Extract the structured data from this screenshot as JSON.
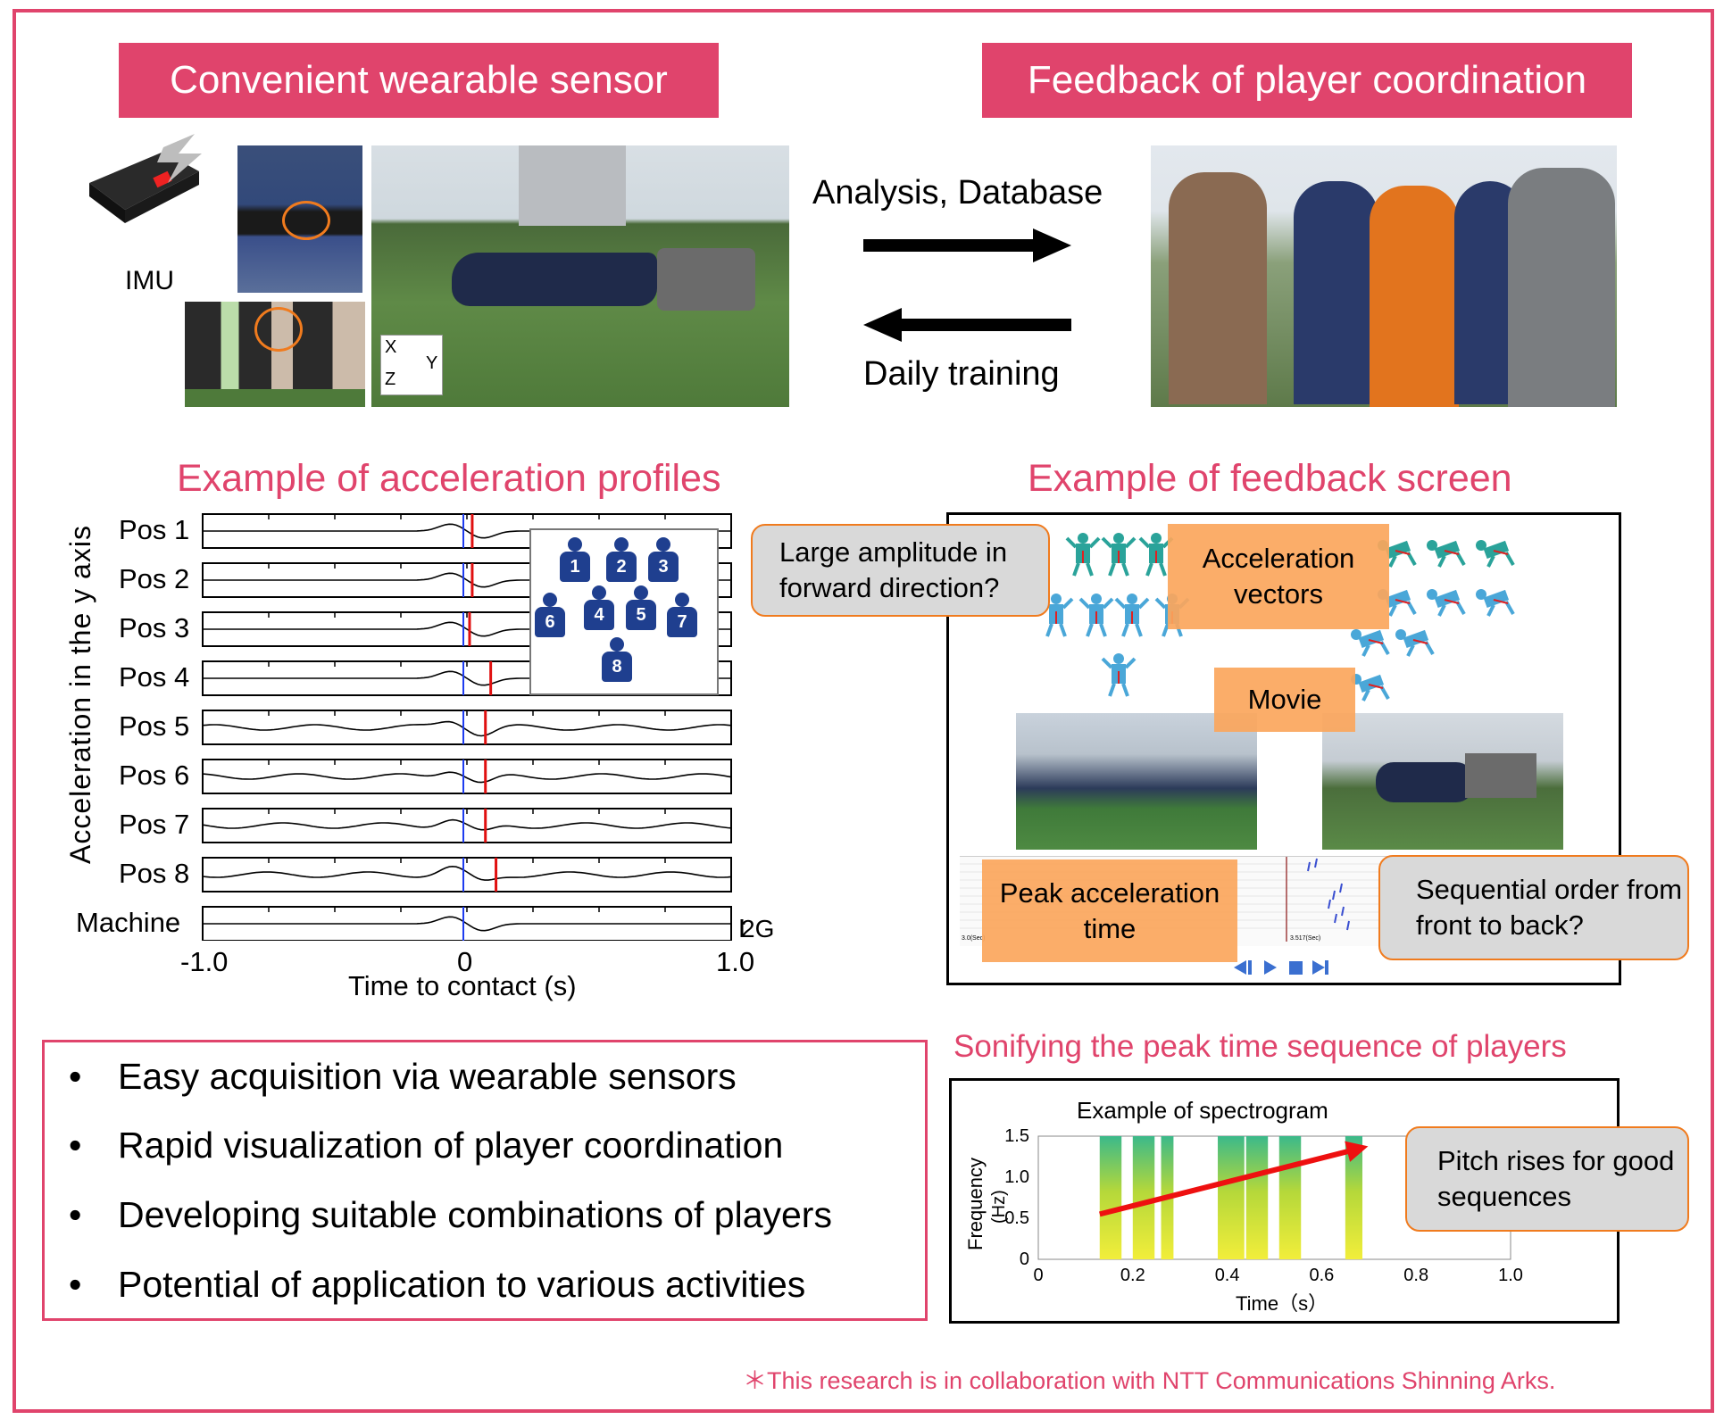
{
  "banners": {
    "left": "Convenient wearable sensor",
    "right": "Feedback of player coordination"
  },
  "sensor": {
    "imu_label": "IMU",
    "axis_labels": [
      "X",
      "Y",
      "Z"
    ]
  },
  "flow": {
    "forward_label": "Analysis, Database",
    "backward_label": "Daily training"
  },
  "profiles": {
    "heading": "Example of acceleration profiles",
    "ylabel": "Acceleration in the y axis",
    "xlabel": "Time to contact (s)",
    "scale_label": "2G",
    "rows": [
      "Pos 1",
      "Pos 2",
      "Pos 3",
      "Pos 4",
      "Pos 5",
      "Pos 6",
      "Pos 7",
      "Pos 8",
      "Machine"
    ],
    "x_ticks": [
      "-1.0",
      "0",
      "1.0"
    ],
    "formation_numbers": [
      "1",
      "2",
      "3",
      "6",
      "4",
      "5",
      "7",
      "8"
    ]
  },
  "feedback": {
    "heading": "Example of feedback screen",
    "callout_amplitude": "Large amplitude in forward direction?",
    "label_vectors": "Acceleration vectors",
    "label_movie": "Movie",
    "label_peak": "Peak acceleration time",
    "callout_order": "Sequential order from front to back?",
    "small_left": "3.0(Sec)",
    "small_mid": "3.517(Sec)"
  },
  "bullets": [
    "Easy acquisition via wearable sensors",
    "Rapid visualization of player coordination",
    "Developing suitable combinations of players",
    "Potential of application to various activities"
  ],
  "sonify": {
    "heading": "Sonifying the peak time sequence of players",
    "chart_title": "Example of spectrogram",
    "ylabel_main": "Frequency",
    "ylabel_unit": "(Hz)",
    "xlabel": "Time（s）",
    "callout": "Pitch rises for good sequences"
  },
  "chart_data": {
    "type": "heatmap",
    "title": "Example of spectrogram",
    "xlabel": "Time（s）",
    "ylabel": "Frequency (Hz)",
    "xlim": [
      0,
      1.0
    ],
    "ylim": [
      0,
      1.5
    ],
    "x_ticks": [
      "0",
      "0.2",
      "0.4",
      "0.6",
      "0.8",
      "1.0"
    ],
    "y_ticks": [
      "0",
      "0.5",
      "1.0",
      "1.5"
    ],
    "bands": [
      {
        "start": 0.13,
        "end": 0.18
      },
      {
        "start": 0.2,
        "end": 0.25
      },
      {
        "start": 0.26,
        "end": 0.29
      },
      {
        "start": 0.38,
        "end": 0.44
      },
      {
        "start": 0.44,
        "end": 0.49
      },
      {
        "start": 0.51,
        "end": 0.56
      },
      {
        "start": 0.65,
        "end": 0.69
      }
    ],
    "trend_arrow": {
      "from": [
        0.13,
        0.55
      ],
      "to": [
        0.68,
        1.35
      ]
    },
    "colors": {
      "high": "#3bb98a",
      "mid": "#b5d83a",
      "low": "#f2ee3a"
    }
  },
  "footnote": "＊This research is in collaboration with NTT Communications Shinning Arks."
}
